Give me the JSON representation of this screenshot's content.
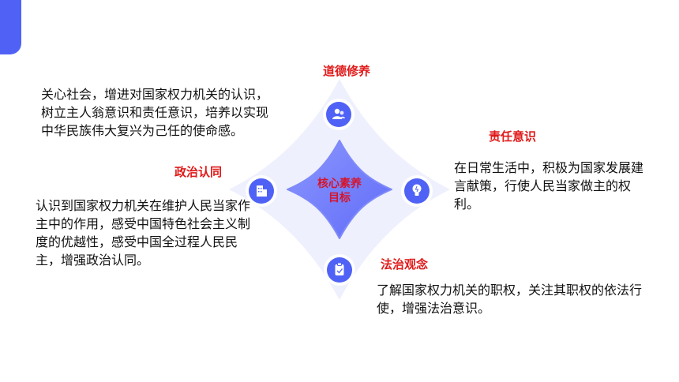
{
  "center": {
    "line1": "核心素养",
    "line2": "目标"
  },
  "nodes": {
    "top": {
      "label": "道德修养",
      "text": "关心社会，增进对国家权力机关的认识，树立主人翁意识和责任意识，培养以实现中华民族伟大复兴为己任的使命感。"
    },
    "left": {
      "label": "政治认同",
      "text": "认识到国家权力机关在维护人民当家作主中的作用，感受中国特色社会主义制度的优越性，感受中国全过程人民民主，增强政治认同。"
    },
    "right": {
      "label": "责任意识",
      "text": "在日常生活中，积极为国家发展建言献策，行使人民当家做主的权利。"
    },
    "bottom": {
      "label": "法治观念",
      "text": "了解国家权力机关的职权，关注其职权的依法行使，增强法治意识。"
    }
  },
  "icons": {
    "top": "people-icon",
    "left": "building-icon",
    "right": "lightbulb-icon",
    "bottom": "clipboard-icon"
  },
  "colors": {
    "accent": "#4f62f5",
    "label_red": "#e01a1a",
    "halo": "#eef0fd"
  }
}
